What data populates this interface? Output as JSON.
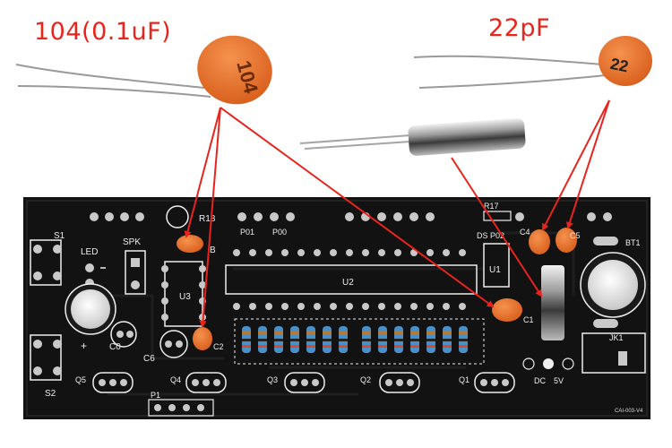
{
  "callouts": {
    "capacitor_104": "104(0.1uF)",
    "capacitor_22": "22pF"
  },
  "component_markings": {
    "cap_104_marking": "104",
    "cap_22_marking": "22"
  },
  "silkscreen": {
    "s1": "S1",
    "s2": "S2",
    "led": "LED",
    "spk": "SPK",
    "r18": "R18",
    "r18_suffix": "B",
    "p01": "P01",
    "p00": "P00",
    "r17": "R17",
    "ds_p02": "DS  P02",
    "c4": "C4",
    "c5": "C5",
    "bt1": "BT1",
    "u3": "U3",
    "u2": "U2",
    "u1": "U1",
    "c1": "C1",
    "c0": "C0",
    "c6": "C6",
    "c2": "C2",
    "jk1": "JK1",
    "q5": "Q5",
    "q4": "Q4",
    "q3": "Q3",
    "q2": "Q2",
    "q1": "Q1",
    "p1": "P1",
    "dc": "DC",
    "five_v": "5V",
    "board_id": "CAI-003-V4"
  },
  "colors": {
    "callout_red": "#e8241c",
    "pcb_black": "#111111",
    "capacitor_orange": "#e8722a",
    "silkscreen_white": "#eeeeee",
    "pad_silver": "#c9c9c9"
  }
}
